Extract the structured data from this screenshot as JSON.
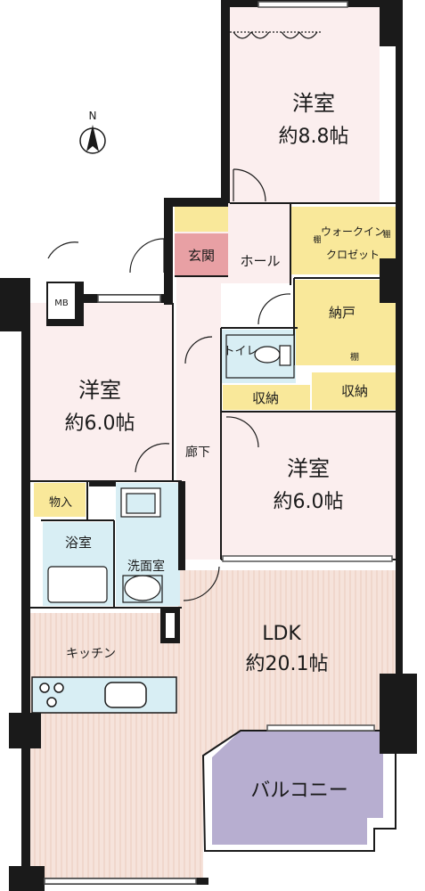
{
  "compass": {
    "north_label": "N"
  },
  "rooms": {
    "bedroom_north": {
      "name": "洋室",
      "size": "約8.8帖"
    },
    "bedroom_west": {
      "name": "洋室",
      "size": "約6.0帖"
    },
    "bedroom_center": {
      "name": "洋室",
      "size": "約6.0帖"
    },
    "ldk": {
      "name": "LDK",
      "size": "約20.1帖"
    },
    "entrance": {
      "name": "玄関"
    },
    "hall": {
      "name": "ホール"
    },
    "walk_in_closet": {
      "name": "ウォークイン\nクロゼット",
      "line1": "ウォークイン",
      "line2": "クロゼット"
    },
    "storeroom": {
      "name": "納戸"
    },
    "toilet": {
      "name": "トイレ"
    },
    "storage_1": {
      "name": "収納"
    },
    "storage_2": {
      "name": "収納"
    },
    "corridor": {
      "name": "廊下"
    },
    "closet_small": {
      "name": "物入"
    },
    "bathroom": {
      "name": "浴室"
    },
    "washroom": {
      "name": "洗面室"
    },
    "kitchen": {
      "name": "キッチン"
    },
    "balcony": {
      "name": "バルコニー"
    },
    "meter_box": {
      "name": "MB"
    },
    "shelf_1": {
      "name": "棚"
    },
    "shelf_2": {
      "name": "棚"
    },
    "shelf_3": {
      "name": "棚"
    }
  },
  "colors": {
    "wall": "#1a1a1a",
    "bedroom": "#fbeeee",
    "ldk_floor": "#f5e4dc",
    "storage": "#f9e89a",
    "wet_area": "#d8eef4",
    "entrance": "#e8a0a4",
    "balcony": "#b7aed0",
    "hall": "#fbeeee"
  }
}
